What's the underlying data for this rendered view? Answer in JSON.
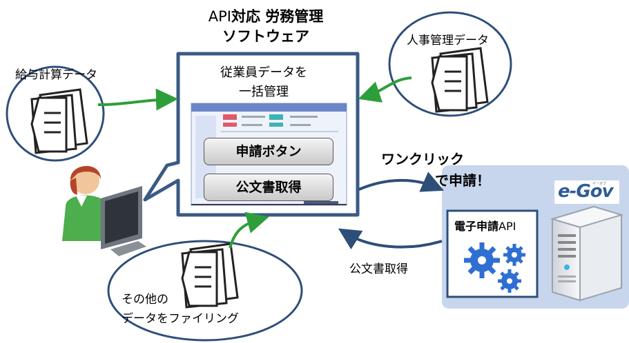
{
  "title": {
    "line1_prefix": "API",
    "line1_bold": "対応 労務管理",
    "line2": "ソフトウェア"
  },
  "bubbles": {
    "payroll": "給与計算データ",
    "hr": "人事管理データ",
    "other_line1": "その他の",
    "other_line2": "データをファイリング"
  },
  "panel": {
    "title_line1": "従業員データを",
    "title_line2": "一括管理",
    "apply_button": "申請ボタン",
    "docs_button": "公文書取得"
  },
  "one_click": {
    "line1": "ワンクリック",
    "line2": "で申請！"
  },
  "egov": {
    "logo": "e-Gov",
    "sub": "イーガブ"
  },
  "api": {
    "bold": "電子申請",
    "suffix": "API"
  },
  "return_label": "公文書取得",
  "colors": {
    "panel_border": "#3b5a85",
    "arrow_green": "#2e9e3a",
    "arrow_blue": "#2e4e7a",
    "egov_bg": "#c7d6ec",
    "gear_blue": "#2f6fd1"
  },
  "icons": [
    "document-stack-icon",
    "person-icon",
    "monitor-icon",
    "server-icon",
    "gears-icon"
  ]
}
